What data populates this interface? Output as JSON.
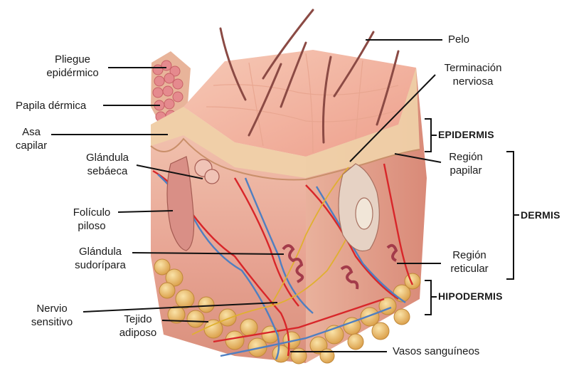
{
  "labels": {
    "pliegue": [
      "Pliegue",
      "epidérmico"
    ],
    "papila": "Papila dérmica",
    "asa": [
      "Asa",
      "capilar"
    ],
    "glandula_sebacea": [
      "Glándula",
      "sebáeca"
    ],
    "foliculo": [
      "Folículo",
      "piloso"
    ],
    "glandula_sudoripara": [
      "Glándula",
      "sudorípara"
    ],
    "nervio": [
      "Nervio",
      "sensitivo"
    ],
    "tejido": [
      "Tejido",
      "adiposo"
    ],
    "vasos": "Vasos sanguíneos",
    "pelo": "Pelo",
    "terminacion": [
      "Terminación",
      "nerviosa"
    ],
    "region_papilar": [
      "Región",
      "papilar"
    ],
    "region_reticular": [
      "Región",
      "reticular"
    ]
  },
  "layers": {
    "epidermis": "EPIDERMIS",
    "dermis": "DERMIS",
    "hipodermis": "HIPODERMIS"
  },
  "colors": {
    "skin_top": "#f2b8a6",
    "epidermis": "#efcfa6",
    "dermis": "#ecb0a0",
    "fat": "#f1c27a",
    "artery": "#d8262a",
    "vein": "#4f7fc1",
    "nerve": "#e0b030",
    "leader": "#111111"
  }
}
